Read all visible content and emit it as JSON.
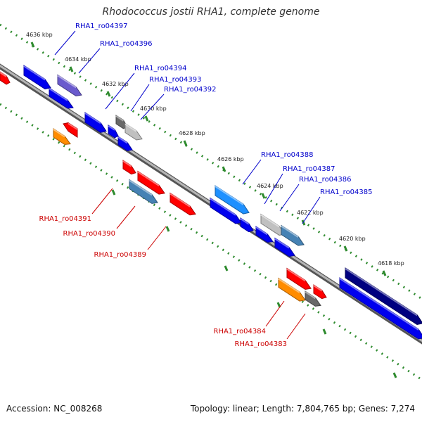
{
  "title": "Rhodococcus jostii RHA1, complete genome",
  "footer": {
    "accession": "Accession: NC_008268",
    "stats": "Topology: linear; Length: 7,804,765 bp; Genes: 7,274"
  },
  "colors": {
    "backbone": "#8c8c8c",
    "tick_dots": "#2e8b2e",
    "label_top": "#0000cc",
    "label_bottom": "#cc0000"
  },
  "ticks": [
    "4636 kbp",
    "4634 kbp",
    "4632 kbp",
    "4630 kbp",
    "4628 kbp",
    "4626 kbp",
    "4624 kbp",
    "4622 kbp",
    "4620 kbp",
    "4618 kbp"
  ],
  "genes_top": [
    "RHA1_ro04397",
    "RHA1_ro04396",
    "RHA1_ro04394",
    "RHA1_ro04393",
    "RHA1_ro04392",
    "RHA1_ro04388",
    "RHA1_ro04387",
    "RHA1_ro04386",
    "RHA1_ro04385"
  ],
  "genes_bottom": [
    "RHA1_ro04391",
    "RHA1_ro04390",
    "RHA1_ro04389",
    "RHA1_ro04384",
    "RHA1_ro04383"
  ]
}
